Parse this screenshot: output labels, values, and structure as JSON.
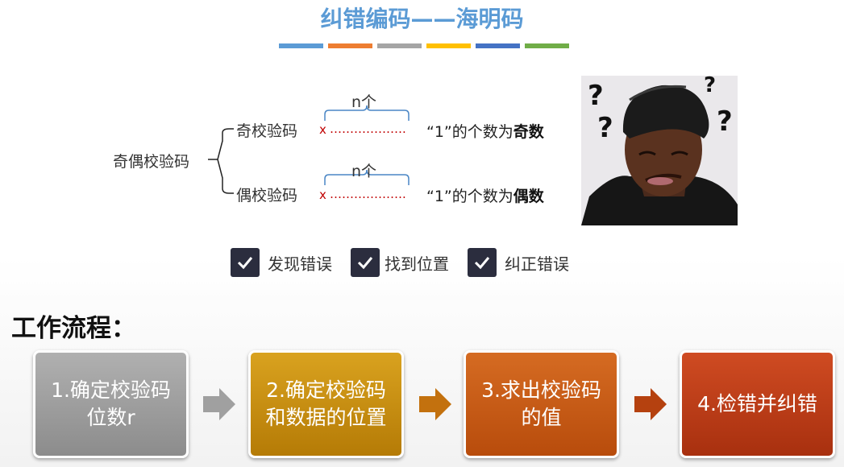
{
  "title": "纠错编码——海明码",
  "color_bar": [
    "#5b9bd5",
    "#ed7d31",
    "#a5a5a5",
    "#ffc000",
    "#4472c4",
    "#70ad47"
  ],
  "parity": {
    "root_label": "奇偶校验码",
    "odd": {
      "label": "奇校验码",
      "n_label": "n个",
      "x": "x",
      "dots": "……………….",
      "desc_prefix": "“1”的个数为",
      "desc_bold": "奇数"
    },
    "even": {
      "label": "偶校验码",
      "n_label": "n个",
      "x": "x",
      "dots": "……………….",
      "desc_prefix": "“1”的个数为",
      "desc_bold": "偶数"
    }
  },
  "checklist": [
    {
      "label": "发现错误",
      "checked": true
    },
    {
      "label": "找到位置",
      "checked": true
    },
    {
      "label": "纠正错误",
      "checked": true
    }
  ],
  "workflow": {
    "title": "工作流程：",
    "steps": [
      {
        "label": "1.确定校验码位数r",
        "color": "#9a9a9a"
      },
      {
        "label": "2.确定校验码和数据的位置",
        "color": "#c68a0f"
      },
      {
        "label": "3.求出校验码的值",
        "color": "#c55a11"
      },
      {
        "label": "4.检错并纠错",
        "color": "#b73a17"
      }
    ],
    "arrow_colors": [
      "#a0a0a0",
      "#c3710e",
      "#b5410f"
    ]
  }
}
